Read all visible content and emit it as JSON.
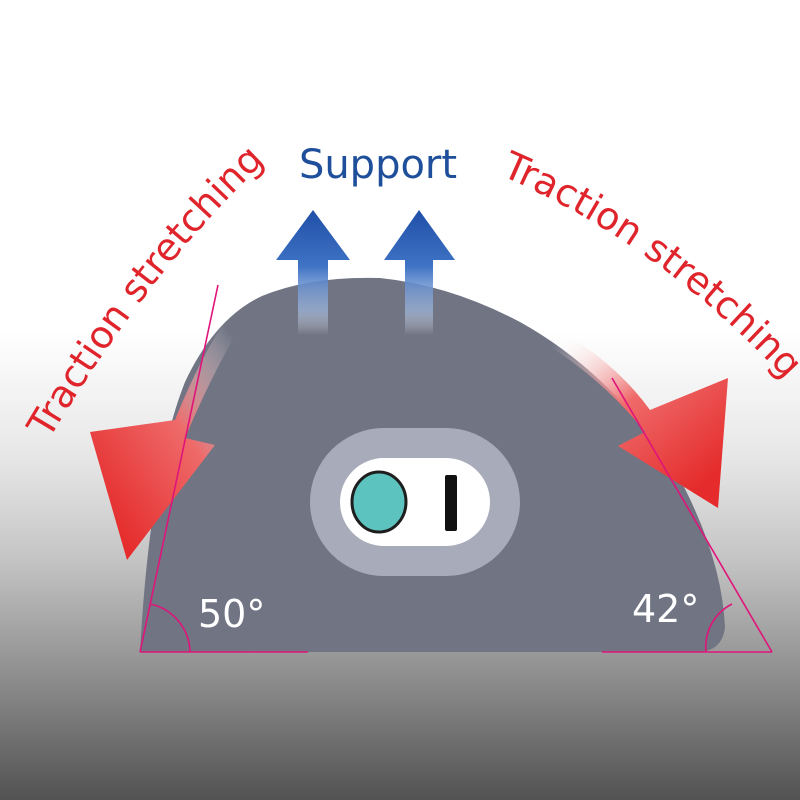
{
  "labels": {
    "support": "Support",
    "traction_left": "Traction stretching",
    "traction_right": "Traction stretching",
    "angle_left": "50°",
    "angle_right": "42°"
  },
  "colors": {
    "pillow_body": "#707483",
    "support_arrow": "#2a5db0",
    "traction_arrow": "#e83a3a",
    "angle_lines": "#e0147a",
    "label_blue": "#1f4f9a",
    "label_red": "#e0242b"
  },
  "angles": {
    "left_deg": 50,
    "right_deg": 42
  }
}
